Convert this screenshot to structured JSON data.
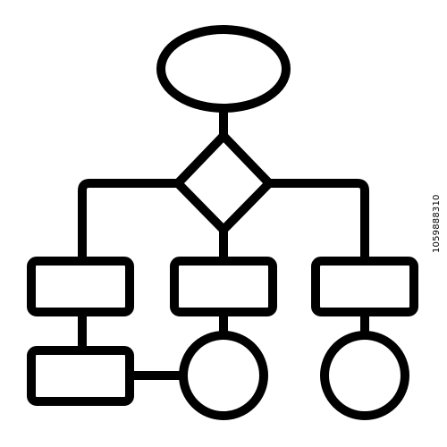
{
  "icon": {
    "name": "flowchart-icon",
    "stroke_color": "#000000",
    "fill_color": "#ffffff",
    "nodes": [
      {
        "kind": "oval",
        "role": "start"
      },
      {
        "kind": "diamond",
        "role": "decision"
      },
      {
        "kind": "rect",
        "role": "process-left"
      },
      {
        "kind": "rect",
        "role": "process-middle"
      },
      {
        "kind": "rect",
        "role": "process-right"
      },
      {
        "kind": "rect",
        "role": "process-bottom-left"
      },
      {
        "kind": "circle",
        "role": "end-middle"
      },
      {
        "kind": "circle",
        "role": "end-right"
      }
    ]
  },
  "watermark_id": "1059888310"
}
